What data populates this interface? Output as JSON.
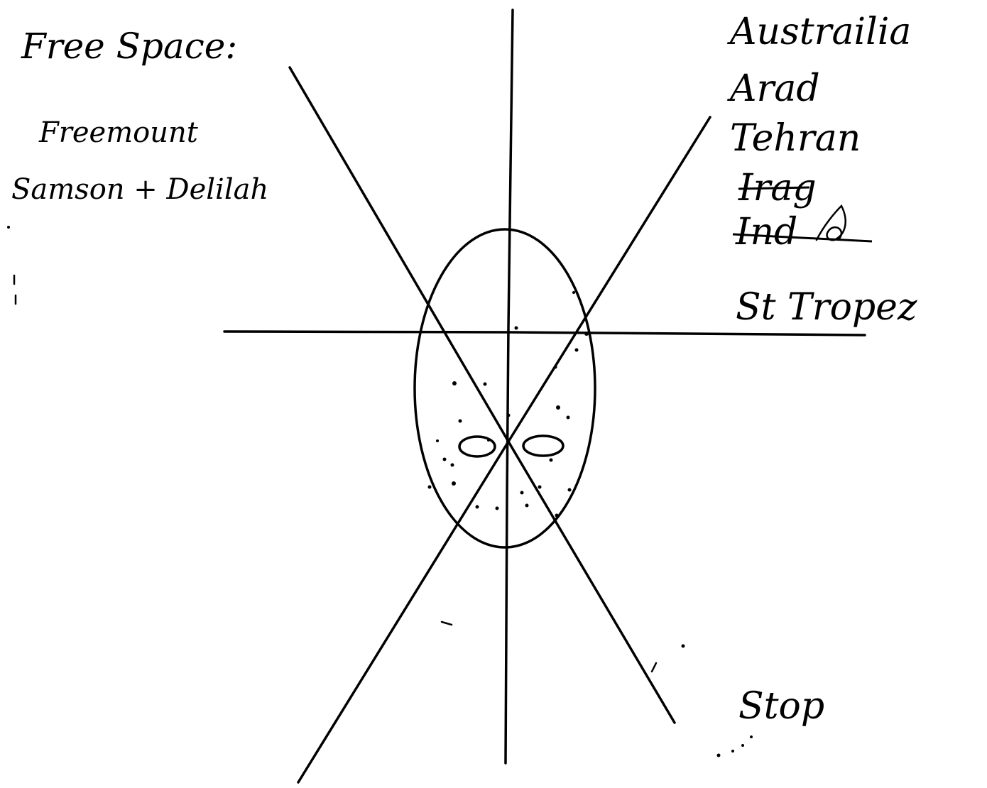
{
  "left_notes": {
    "title": "Free Space:",
    "items": [
      "Freemount",
      "Samson + Delilah"
    ]
  },
  "right_list": {
    "items": [
      {
        "label": "Austrailia",
        "struck": false
      },
      {
        "label": "Arad",
        "struck": false
      },
      {
        "label": "Tehran",
        "struck": false
      },
      {
        "label": "Irag",
        "struck": true
      },
      {
        "label": "Ind",
        "struck": true
      },
      {
        "label": "St Tropez",
        "struck": false
      }
    ]
  },
  "bottom_note": {
    "label": "Stop"
  },
  "figure": {
    "ellipse_count": 1,
    "eye_count": 2,
    "colors": {
      "ink": "#000000",
      "paper": "#ffffff"
    }
  }
}
